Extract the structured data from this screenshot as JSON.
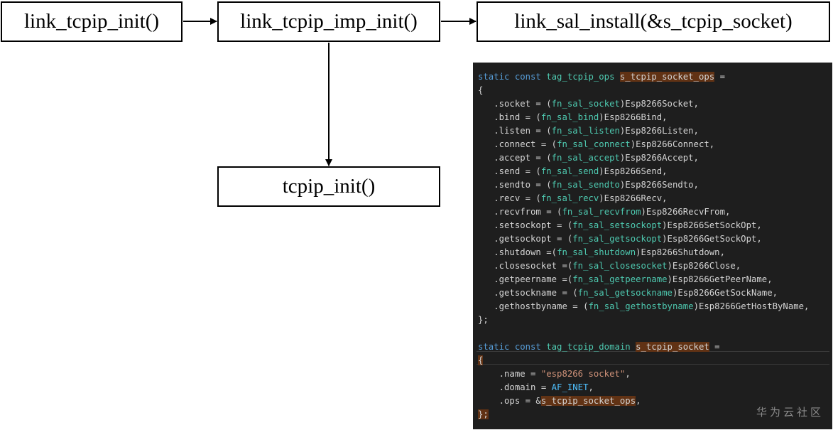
{
  "diagram": {
    "boxes": {
      "link_tcpip_init": "link_tcpip_init()",
      "link_tcpip_imp_init": "link_tcpip_imp_init()",
      "link_sal_install": "link_sal_install(&s_tcpip_socket)",
      "tcpip_init": "tcpip_init()"
    }
  },
  "code": {
    "ops_decl": {
      "kw": "static const",
      "type": "tag_tcpip_ops",
      "name": "s_tcpip_socket_ops",
      "tail": " ="
    },
    "open_brace": "{",
    "ops": [
      {
        "pre": "   .socket = (",
        "cast": "fn_sal_socket",
        "post": ")Esp8266Socket,"
      },
      {
        "pre": "   .bind = (",
        "cast": "fn_sal_bind",
        "post": ")Esp8266Bind,"
      },
      {
        "pre": "   .listen = (",
        "cast": "fn_sal_listen",
        "post": ")Esp8266Listen,"
      },
      {
        "pre": "   .connect = (",
        "cast": "fn_sal_connect",
        "post": ")Esp8266Connect,"
      },
      {
        "pre": "   .accept = (",
        "cast": "fn_sal_accept",
        "post": ")Esp8266Accept,"
      },
      {
        "pre": "   .send = (",
        "cast": "fn_sal_send",
        "post": ")Esp8266Send,"
      },
      {
        "pre": "   .sendto = (",
        "cast": "fn_sal_sendto",
        "post": ")Esp8266Sendto,"
      },
      {
        "pre": "   .recv = (",
        "cast": "fn_sal_recv",
        "post": ")Esp8266Recv,"
      },
      {
        "pre": "   .recvfrom = (",
        "cast": "fn_sal_recvfrom",
        "post": ")Esp8266RecvFrom,"
      },
      {
        "pre": "   .setsockopt = (",
        "cast": "fn_sal_setsockopt",
        "post": ")Esp8266SetSockOpt,"
      },
      {
        "pre": "   .getsockopt = (",
        "cast": "fn_sal_getsockopt",
        "post": ")Esp8266GetSockOpt,"
      },
      {
        "pre": "   .shutdown =(",
        "cast": "fn_sal_shutdown",
        "post": ")Esp8266Shutdown,"
      },
      {
        "pre": "   .closesocket =(",
        "cast": "fn_sal_closesocket",
        "post": ")Esp8266Close,"
      },
      {
        "pre": "   .getpeername =(",
        "cast": "fn_sal_getpeername",
        "post": ")Esp8266GetPeerName,"
      },
      {
        "pre": "   .getsockname = (",
        "cast": "fn_sal_getsockname",
        "post": ")Esp8266GetSockName,"
      },
      {
        "pre": "   .gethostbyname = (",
        "cast": "fn_sal_gethostbyname",
        "post": ")Esp8266GetHostByName,"
      }
    ],
    "close_brace": "};",
    "domain_decl": {
      "kw": "static const",
      "type": "tag_tcpip_domain",
      "name": "s_tcpip_socket",
      "tail": " ="
    },
    "domain_open": "{",
    "name_line": {
      "pre": "    .name = ",
      "str": "\"esp8266 socket\"",
      "post": ","
    },
    "domain_line": {
      "pre": "    .domain = ",
      "const": "AF_INET",
      "post": ","
    },
    "ops_line": {
      "pre": "    .ops = &",
      "ref": "s_tcpip_socket_ops",
      "post": ","
    },
    "domain_close": "};"
  },
  "watermark": "华为云社区"
}
